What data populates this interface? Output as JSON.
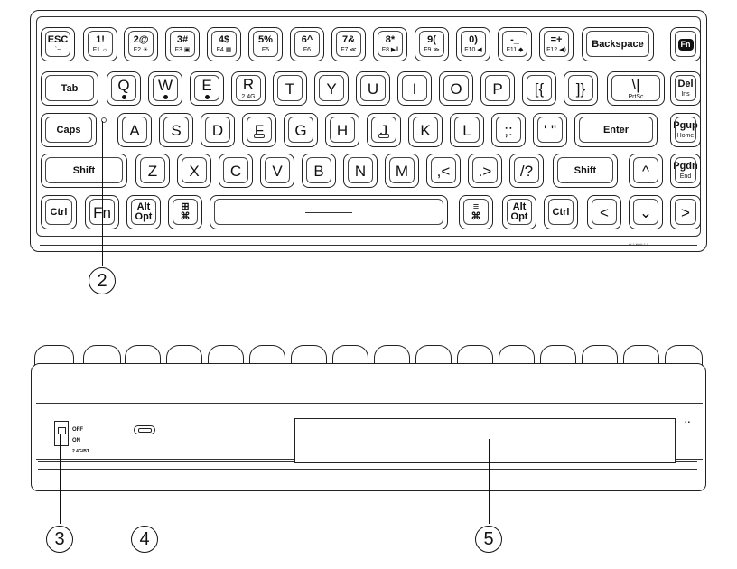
{
  "top_view": {
    "rows": [
      [
        {
          "name": "esc",
          "l1": "ESC",
          "l2": "`~"
        },
        {
          "name": "1",
          "l1": "1!",
          "l2": "F1 ☼"
        },
        {
          "name": "2",
          "l1": "2@",
          "l2": "F2 ☀"
        },
        {
          "name": "3",
          "l1": "3#",
          "l2": "F3 ▣"
        },
        {
          "name": "4",
          "l1": "4$",
          "l2": "F4 ▦"
        },
        {
          "name": "5",
          "l1": "5%",
          "l2": "F5"
        },
        {
          "name": "6",
          "l1": "6^",
          "l2": "F6"
        },
        {
          "name": "7",
          "l1": "7&",
          "l2": "F7 ≪"
        },
        {
          "name": "8",
          "l1": "8*",
          "l2": "F8 ▶‖"
        },
        {
          "name": "9",
          "l1": "9(",
          "l2": "F9 ≫"
        },
        {
          "name": "0",
          "l1": "0)",
          "l2": "F10 ◀"
        },
        {
          "name": "minus",
          "l1": "-_",
          "l2": "F11 ◆"
        },
        {
          "name": "equal",
          "l1": "=+",
          "l2": "F12 ◀)"
        },
        {
          "name": "backspace",
          "l1": "Backspace",
          "l2": ""
        },
        {
          "name": "fn-top",
          "l1": "Fn",
          "l2": ""
        }
      ],
      [
        {
          "name": "tab",
          "l1": "Tab",
          "l2": ""
        },
        {
          "name": "q",
          "l1": "Q",
          "l2": ""
        },
        {
          "name": "w",
          "l1": "W",
          "l2": ""
        },
        {
          "name": "e",
          "l1": "E",
          "l2": ""
        },
        {
          "name": "r",
          "l1": "R",
          "l2": "2.4G"
        },
        {
          "name": "t",
          "l1": "T",
          "l2": ""
        },
        {
          "name": "y",
          "l1": "Y",
          "l2": ""
        },
        {
          "name": "u",
          "l1": "U",
          "l2": ""
        },
        {
          "name": "i",
          "l1": "I",
          "l2": ""
        },
        {
          "name": "o",
          "l1": "O",
          "l2": ""
        },
        {
          "name": "p",
          "l1": "P",
          "l2": ""
        },
        {
          "name": "lbracket",
          "l1": "[{",
          "l2": ""
        },
        {
          "name": "rbracket",
          "l1": "]}",
          "l2": ""
        },
        {
          "name": "backslash",
          "l1": "\\|",
          "l2": "PrtSc"
        },
        {
          "name": "del",
          "l1": "Del",
          "l2": "Ins"
        }
      ],
      [
        {
          "name": "caps",
          "l1": "Caps",
          "l2": ""
        },
        {
          "name": "a",
          "l1": "A",
          "l2": ""
        },
        {
          "name": "s",
          "l1": "S",
          "l2": ""
        },
        {
          "name": "d",
          "l1": "D",
          "l2": ""
        },
        {
          "name": "f",
          "l1": "F",
          "l2": ""
        },
        {
          "name": "g",
          "l1": "G",
          "l2": ""
        },
        {
          "name": "h",
          "l1": "H",
          "l2": ""
        },
        {
          "name": "j",
          "l1": "J",
          "l2": ""
        },
        {
          "name": "k",
          "l1": "K",
          "l2": ""
        },
        {
          "name": "l",
          "l1": "L",
          "l2": ""
        },
        {
          "name": "semicolon",
          "l1": ";:",
          "l2": ""
        },
        {
          "name": "quote",
          "l1": "' \"",
          "l2": ""
        },
        {
          "name": "enter",
          "l1": "Enter",
          "l2": ""
        },
        {
          "name": "pgup",
          "l1": "Pgup",
          "l2": "Home"
        }
      ],
      [
        {
          "name": "lshift",
          "l1": "Shift",
          "l2": ""
        },
        {
          "name": "z",
          "l1": "Z",
          "l2": ""
        },
        {
          "name": "x",
          "l1": "X",
          "l2": ""
        },
        {
          "name": "c",
          "l1": "C",
          "l2": ""
        },
        {
          "name": "v",
          "l1": "V",
          "l2": ""
        },
        {
          "name": "b",
          "l1": "B",
          "l2": ""
        },
        {
          "name": "n",
          "l1": "N",
          "l2": ""
        },
        {
          "name": "m",
          "l1": "M",
          "l2": ""
        },
        {
          "name": "comma",
          "l1": ",<",
          "l2": ""
        },
        {
          "name": "period",
          "l1": ".>",
          "l2": ""
        },
        {
          "name": "slash",
          "l1": "/?",
          "l2": ""
        },
        {
          "name": "rshift",
          "l1": "Shift",
          "l2": ""
        },
        {
          "name": "up",
          "l1": "^",
          "l2": ""
        },
        {
          "name": "pgdn",
          "l1": "Pgdn",
          "l2": "End"
        }
      ],
      [
        {
          "name": "lctrl",
          "l1": "Ctrl",
          "l2": ""
        },
        {
          "name": "fn-bottom",
          "l1": "Fn",
          "l2": ""
        },
        {
          "name": "lalt",
          "l1": "Alt",
          "l2": "Opt"
        },
        {
          "name": "lwin",
          "l1": "⊞",
          "l2": "⌘"
        },
        {
          "name": "space",
          "l1": "",
          "l2": ""
        },
        {
          "name": "rwin",
          "l1": "≡",
          "l2": "⌘"
        },
        {
          "name": "ralt",
          "l1": "Alt",
          "l2": "Opt"
        },
        {
          "name": "rctrl",
          "l1": "Ctrl",
          "l2": ""
        },
        {
          "name": "left",
          "l1": "<",
          "l2": ""
        },
        {
          "name": "down",
          "l1": "⌄",
          "l2": ""
        },
        {
          "name": "right",
          "l1": ">",
          "l2": ""
        }
      ]
    ]
  },
  "side_view": {
    "switch_labels": [
      "OFF",
      "ON",
      "2.4G/BT"
    ]
  },
  "callouts": {
    "c2": "2",
    "c3": "3",
    "c4": "4",
    "c5": "5"
  }
}
